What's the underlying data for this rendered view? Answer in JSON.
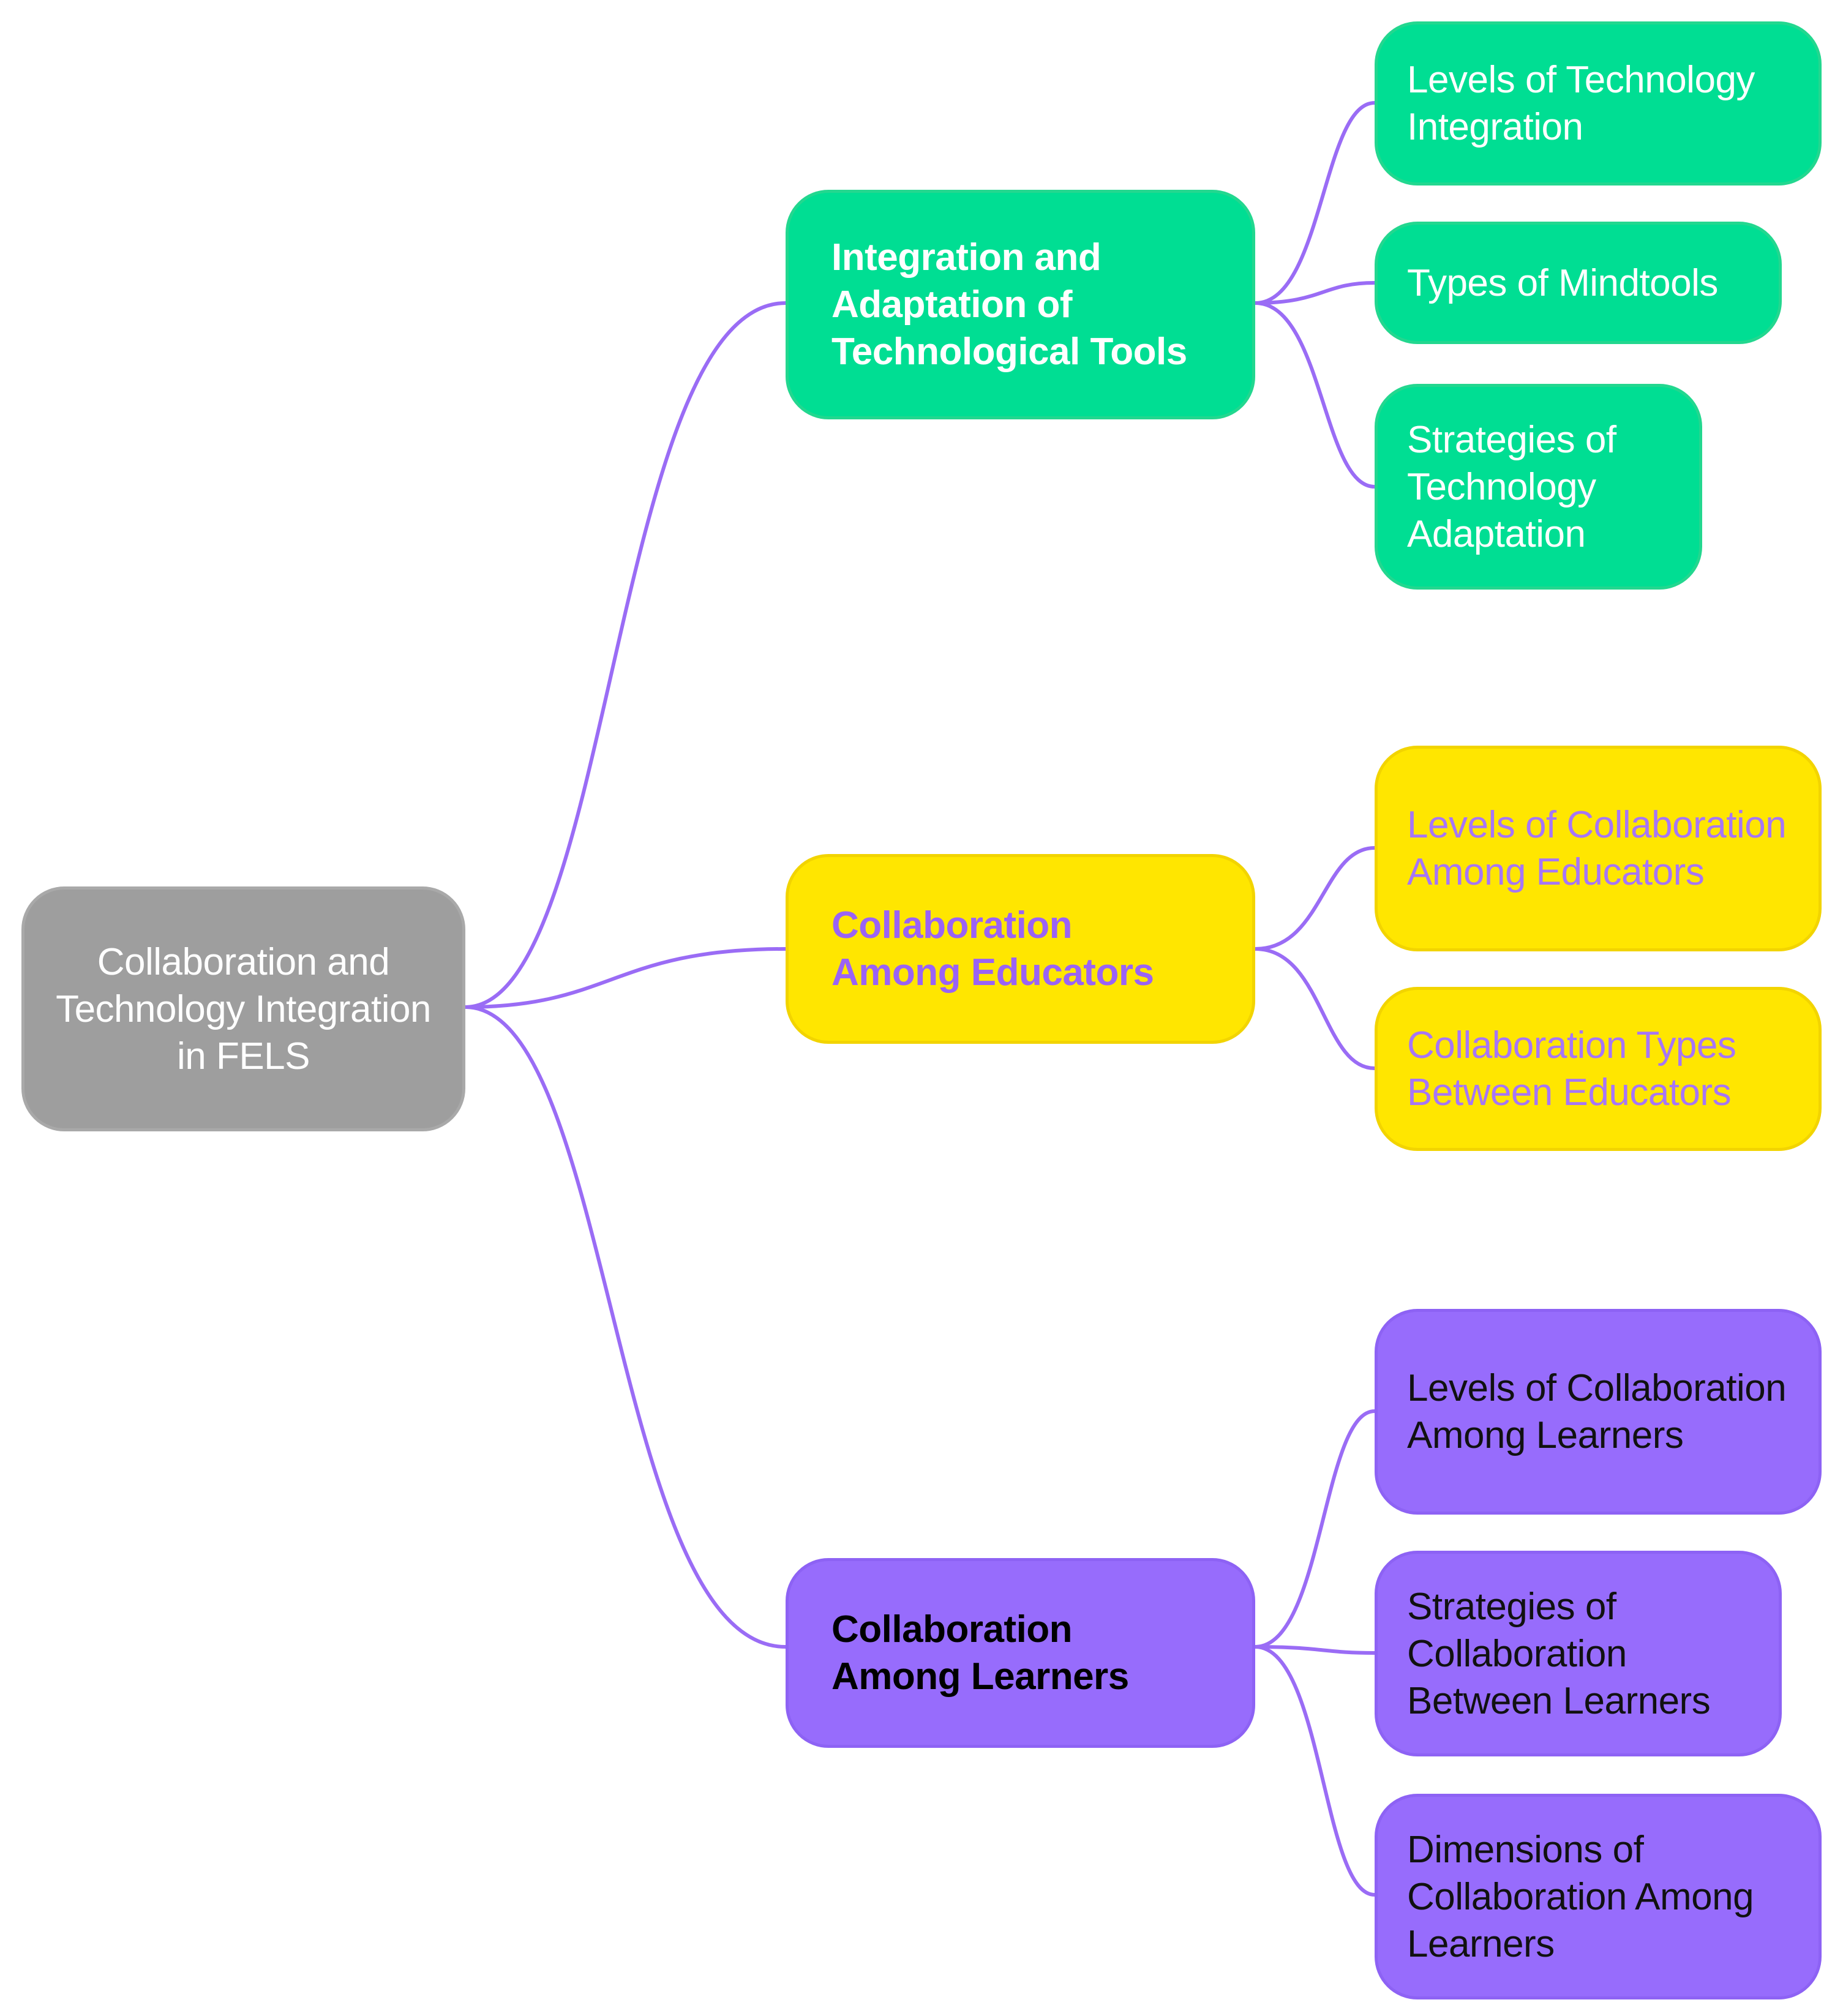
{
  "colors": {
    "connector": "#9a6cf5",
    "tech": "#00de93",
    "educators": "#ffe600",
    "learners": "#976cfc",
    "root": "#9e9e9e"
  },
  "root": {
    "label": "Collaboration and Technology Integration in FELS"
  },
  "branches": [
    {
      "label": "Integration and Adaptation of Technological Tools",
      "children": [
        {
          "label": "Levels of Technology Integration"
        },
        {
          "label": "Types of Mindtools"
        },
        {
          "label": "Strategies of Technology Adaptation"
        }
      ]
    },
    {
      "label": "Collaboration Among Educators",
      "children": [
        {
          "label": "Levels of Collaboration Among Educators"
        },
        {
          "label": "Collaboration Types Between Educators"
        }
      ]
    },
    {
      "label": "Collaboration Among Learners",
      "children": [
        {
          "label": "Levels of Collaboration Among Learners"
        },
        {
          "label": "Strategies of Collaboration Between Learners"
        },
        {
          "label": "Dimensions of Collaboration Among Learners"
        }
      ]
    }
  ]
}
